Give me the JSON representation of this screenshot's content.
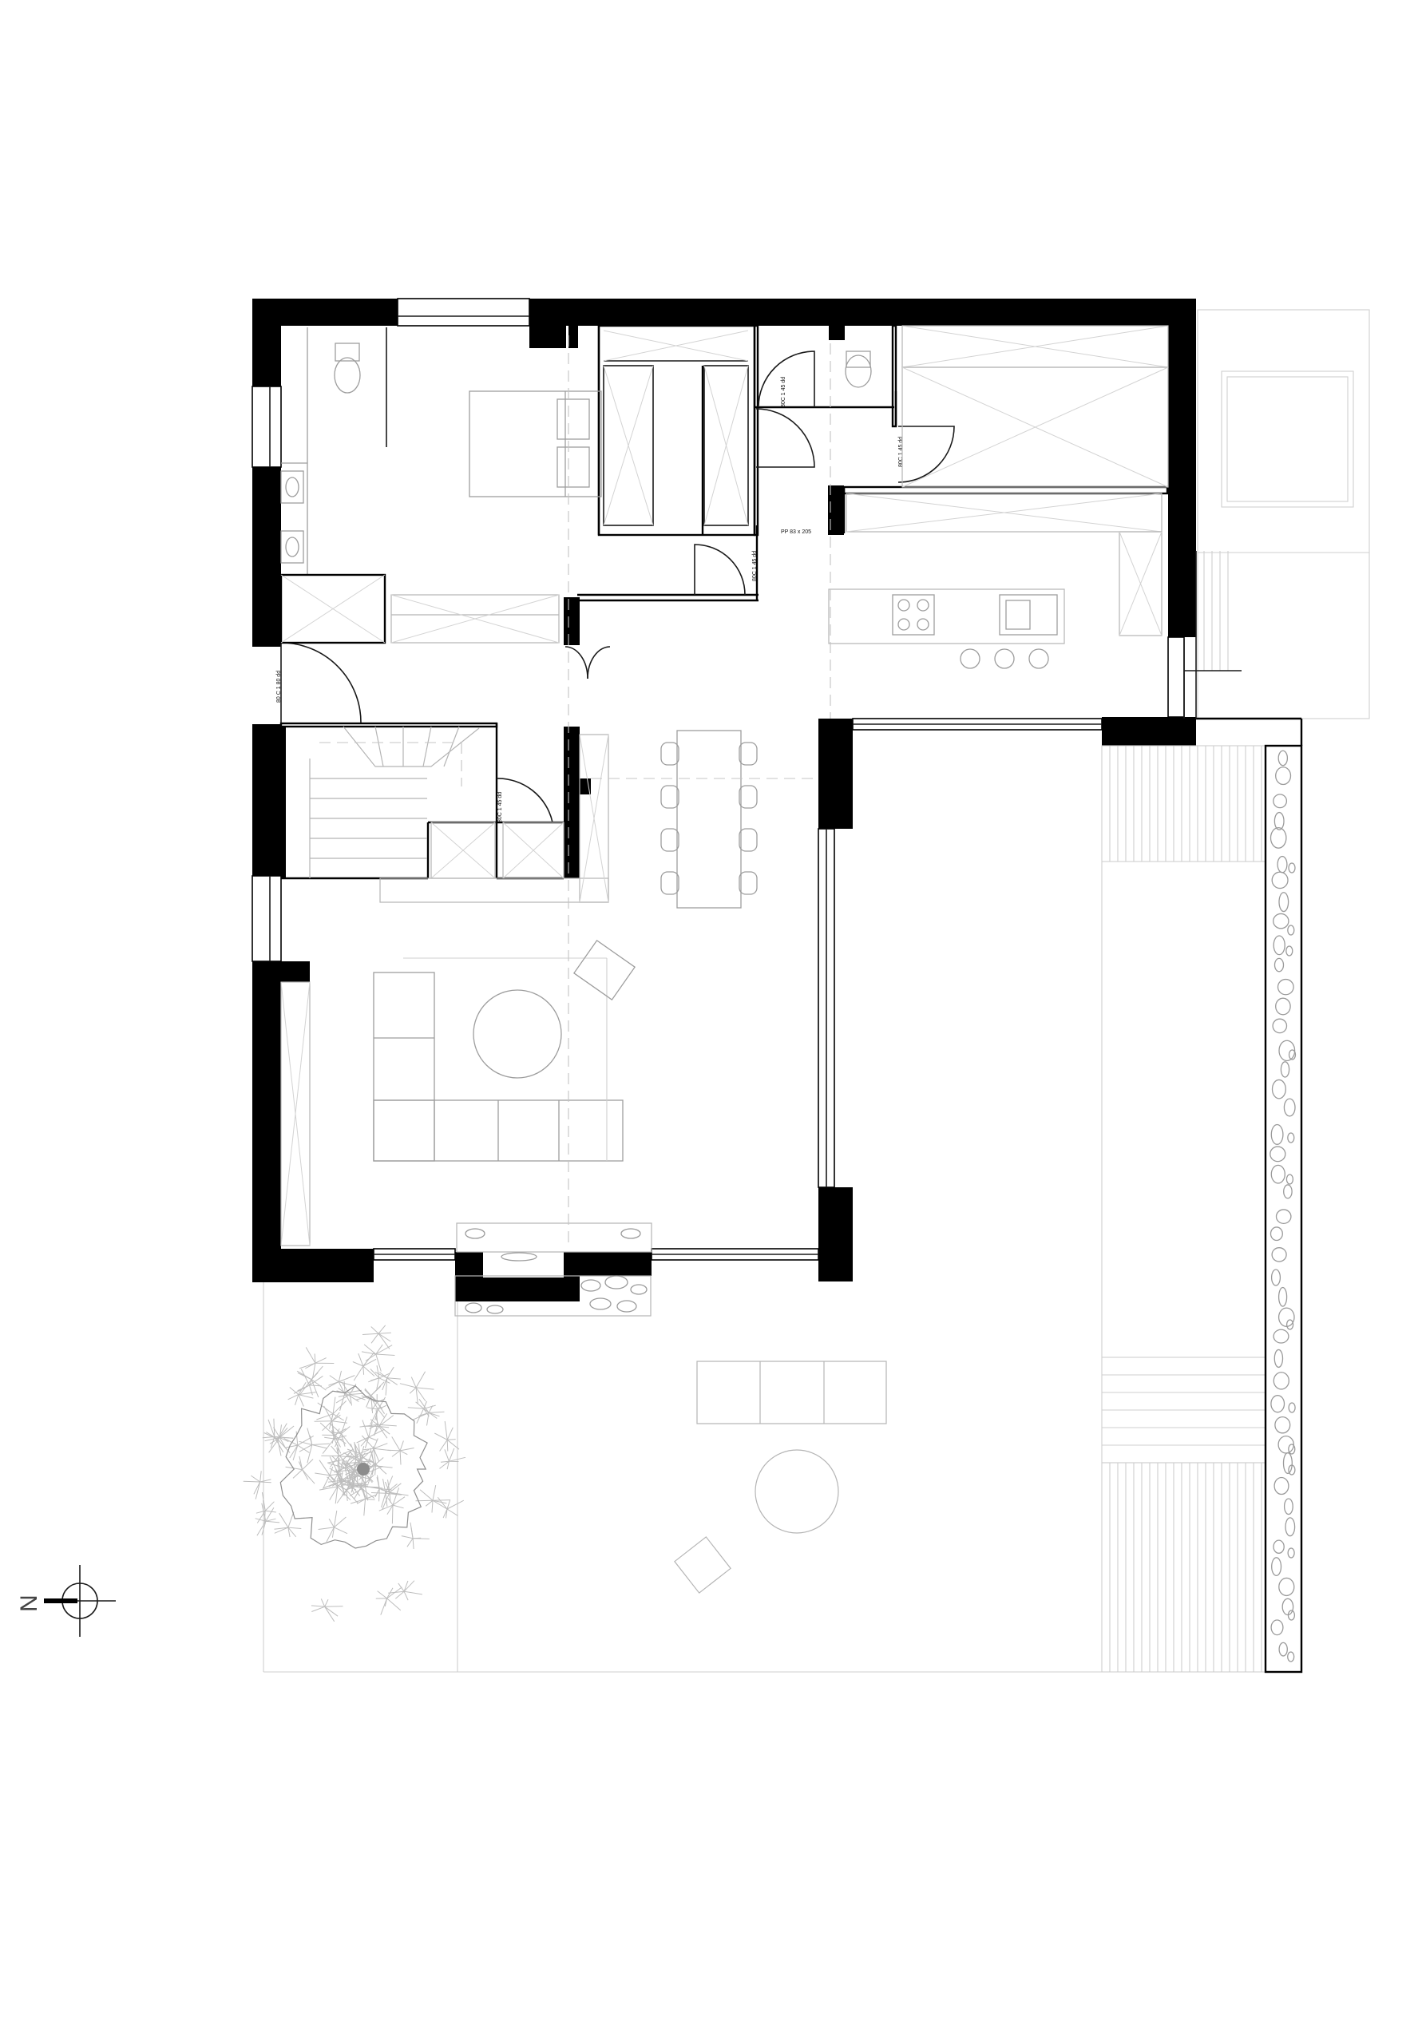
{
  "drawing": {
    "type": "architectural floor plan",
    "door_labels": [
      "80 C 1 80 dd",
      "80C 1 45 dd",
      "80C 1 45 dd",
      "80C 1 45 dd",
      "PP 83 x 205",
      "80C 1 45 dd"
    ],
    "north_arrow_letter": "N",
    "colors": {
      "walls": "#000000",
      "lines": "#1a1a1a",
      "furniture": "#9d9d9d",
      "site": "#cfcfcf"
    }
  }
}
